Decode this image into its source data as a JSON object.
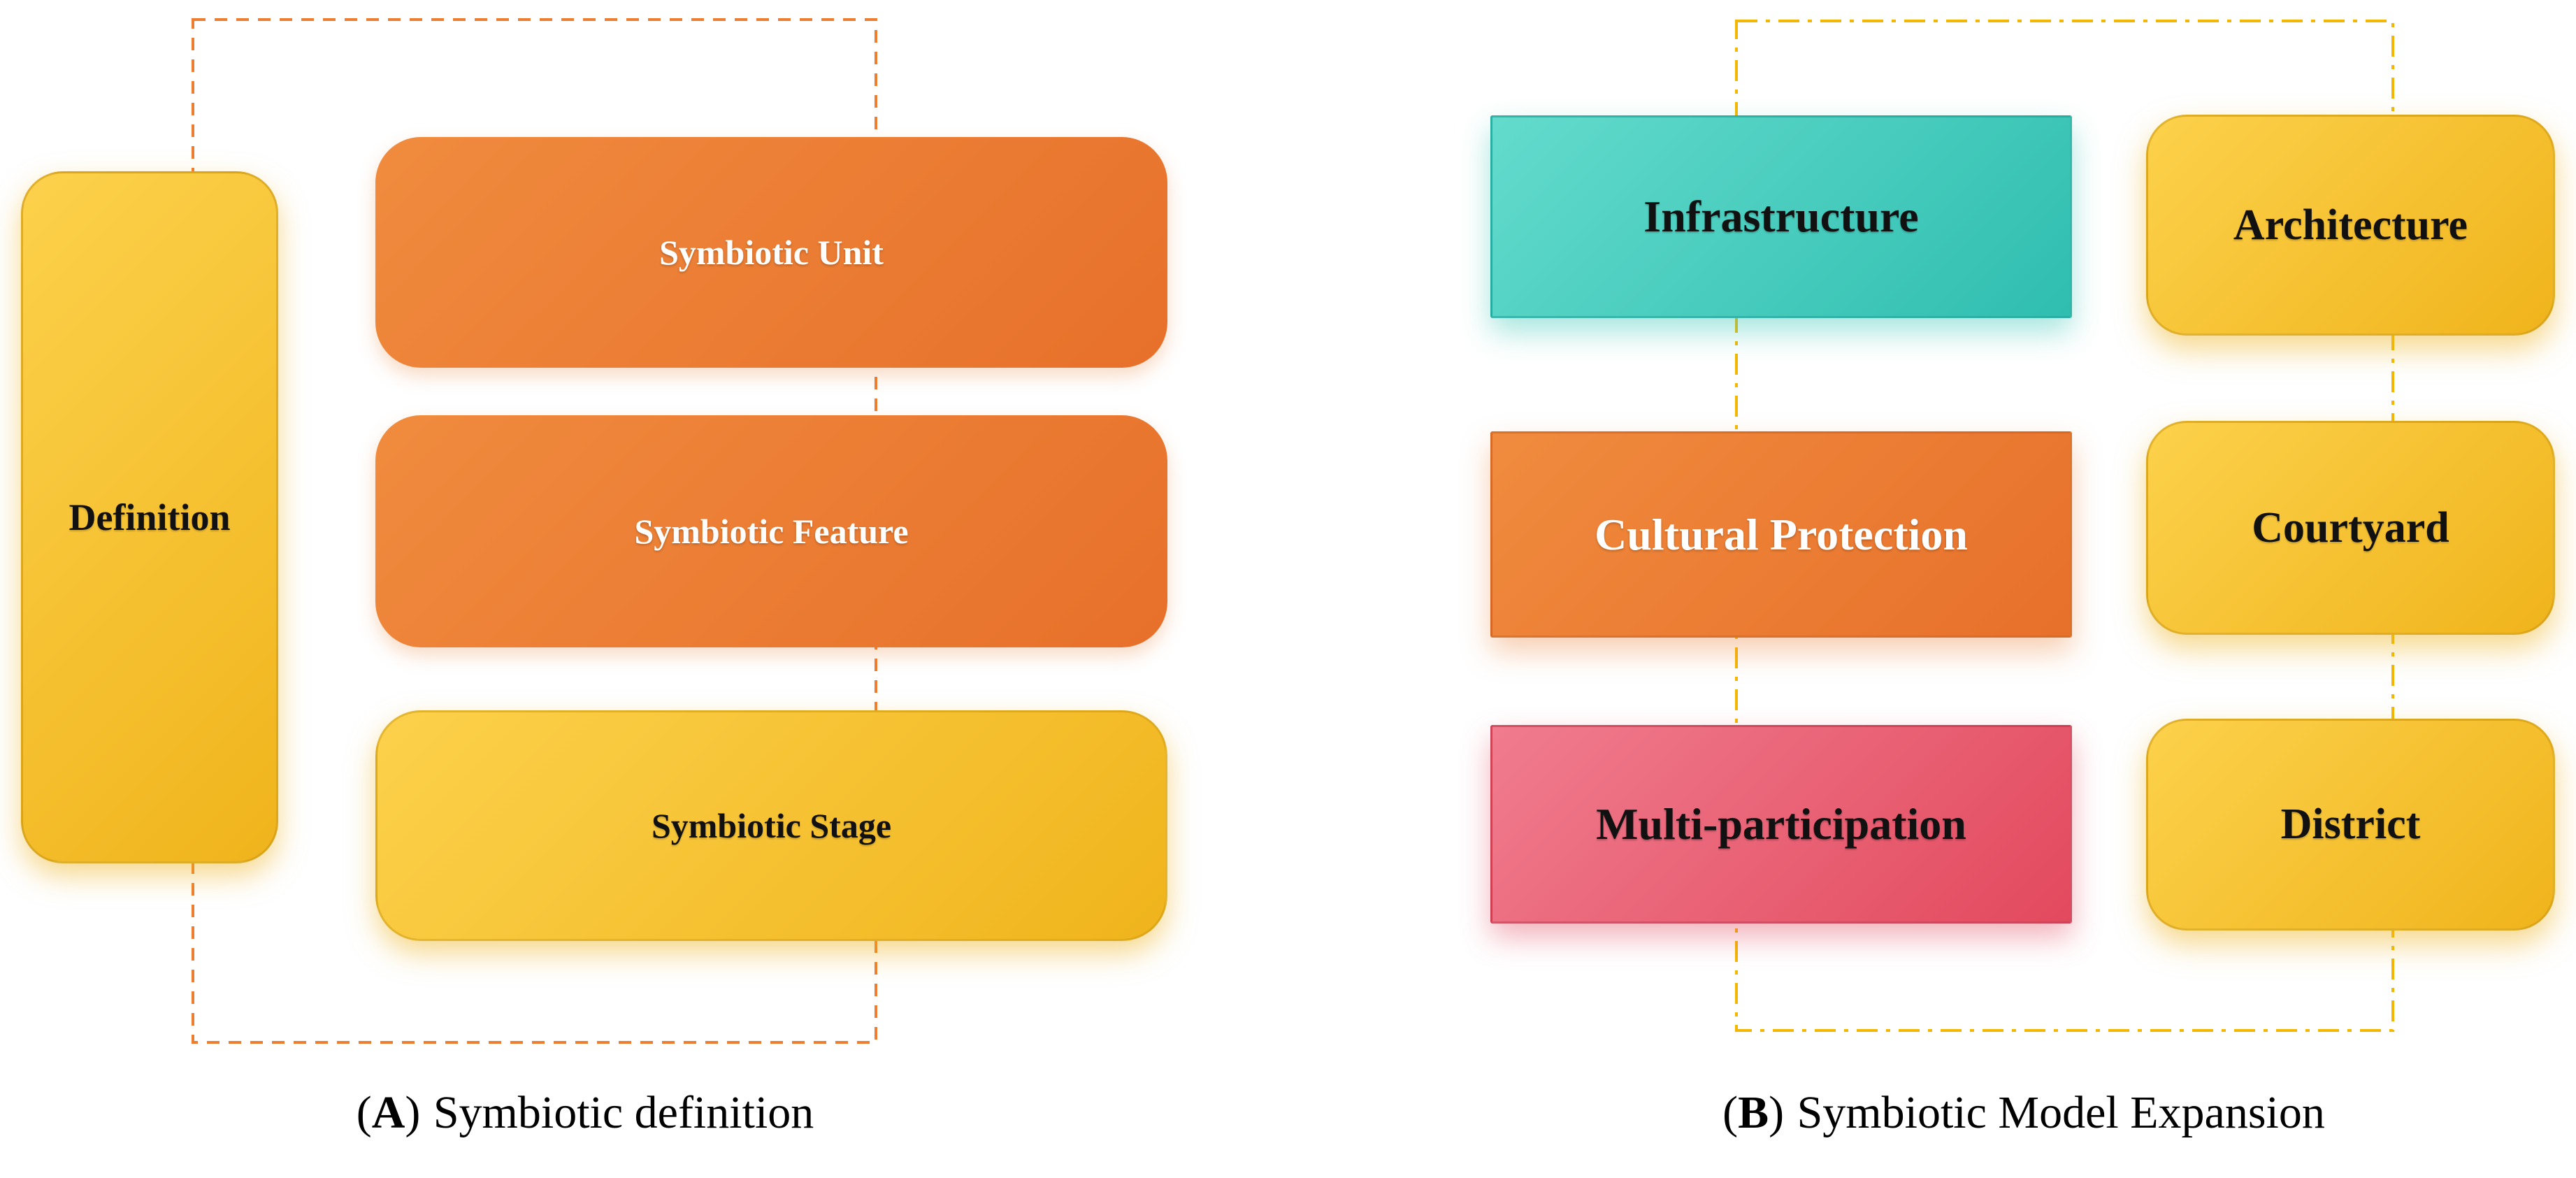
{
  "figure": {
    "panel_a": {
      "side_box": {
        "label": "Definition"
      },
      "stack": [
        {
          "label": "Symbiotic Unit"
        },
        {
          "label": "Symbiotic Feature"
        },
        {
          "label": "Symbiotic Stage"
        }
      ],
      "caption": {
        "open": "(",
        "letter": "A",
        "close": ")",
        "text": "Symbiotic definition"
      }
    },
    "panel_b": {
      "left_column": [
        {
          "label": "Infrastructure"
        },
        {
          "label": "Cultural Protection"
        },
        {
          "label": "Multi-participation"
        }
      ],
      "right_column": [
        {
          "label": "Architecture"
        },
        {
          "label": "Courtyard"
        },
        {
          "label": "District"
        }
      ],
      "caption": {
        "open": "(",
        "letter": "B",
        "close": ")",
        "text": "Symbiotic Model Expansion"
      }
    },
    "colors": {
      "panel_a_frame": "#ED7D31",
      "panel_b_frame": "#F2B705",
      "orange_light": "#F08B3E",
      "orange_dark": "#E7702A",
      "yellow_light": "#FCD14B",
      "yellow_dark": "#F0B41C",
      "teal_light": "#63DBCC",
      "teal_dark": "#2FBEB0",
      "pink_light": "#F07C8E",
      "pink_dark": "#E3495E",
      "text_dark": "#111111",
      "text_light": "#FFFFFF"
    }
  }
}
